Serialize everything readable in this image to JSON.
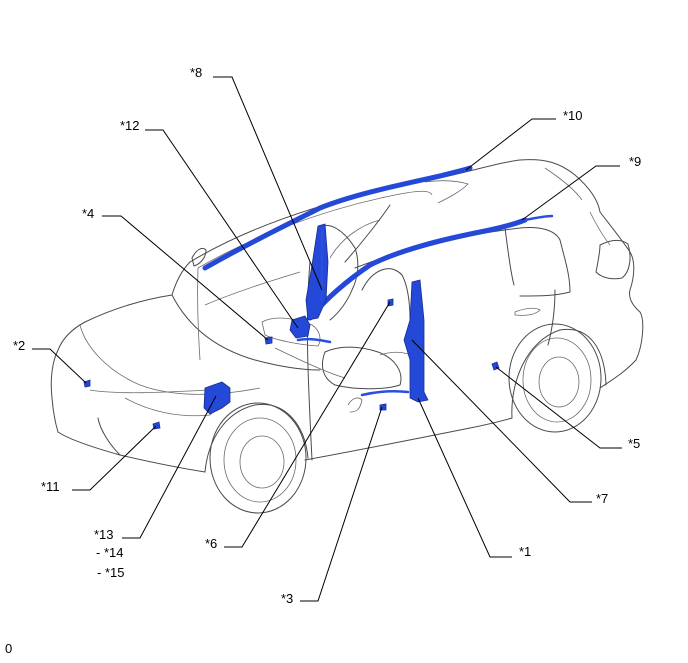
{
  "labels": {
    "l8": "*8",
    "l12": "*12",
    "l4": "*4",
    "l2": "*2",
    "l11": "*11",
    "l13": "*13",
    "l14": "- *14",
    "l15": "- *15",
    "l6": "*6",
    "l3": "*3",
    "l1": "*1",
    "l7": "*7",
    "l5": "*5",
    "l9": "*9",
    "l10": "*10"
  },
  "figure_id": "0",
  "colors": {
    "part_fill": "#2448d8",
    "part_stroke": "#1a2f8f",
    "outline": "#4a4a4a",
    "leader": "#000000"
  }
}
